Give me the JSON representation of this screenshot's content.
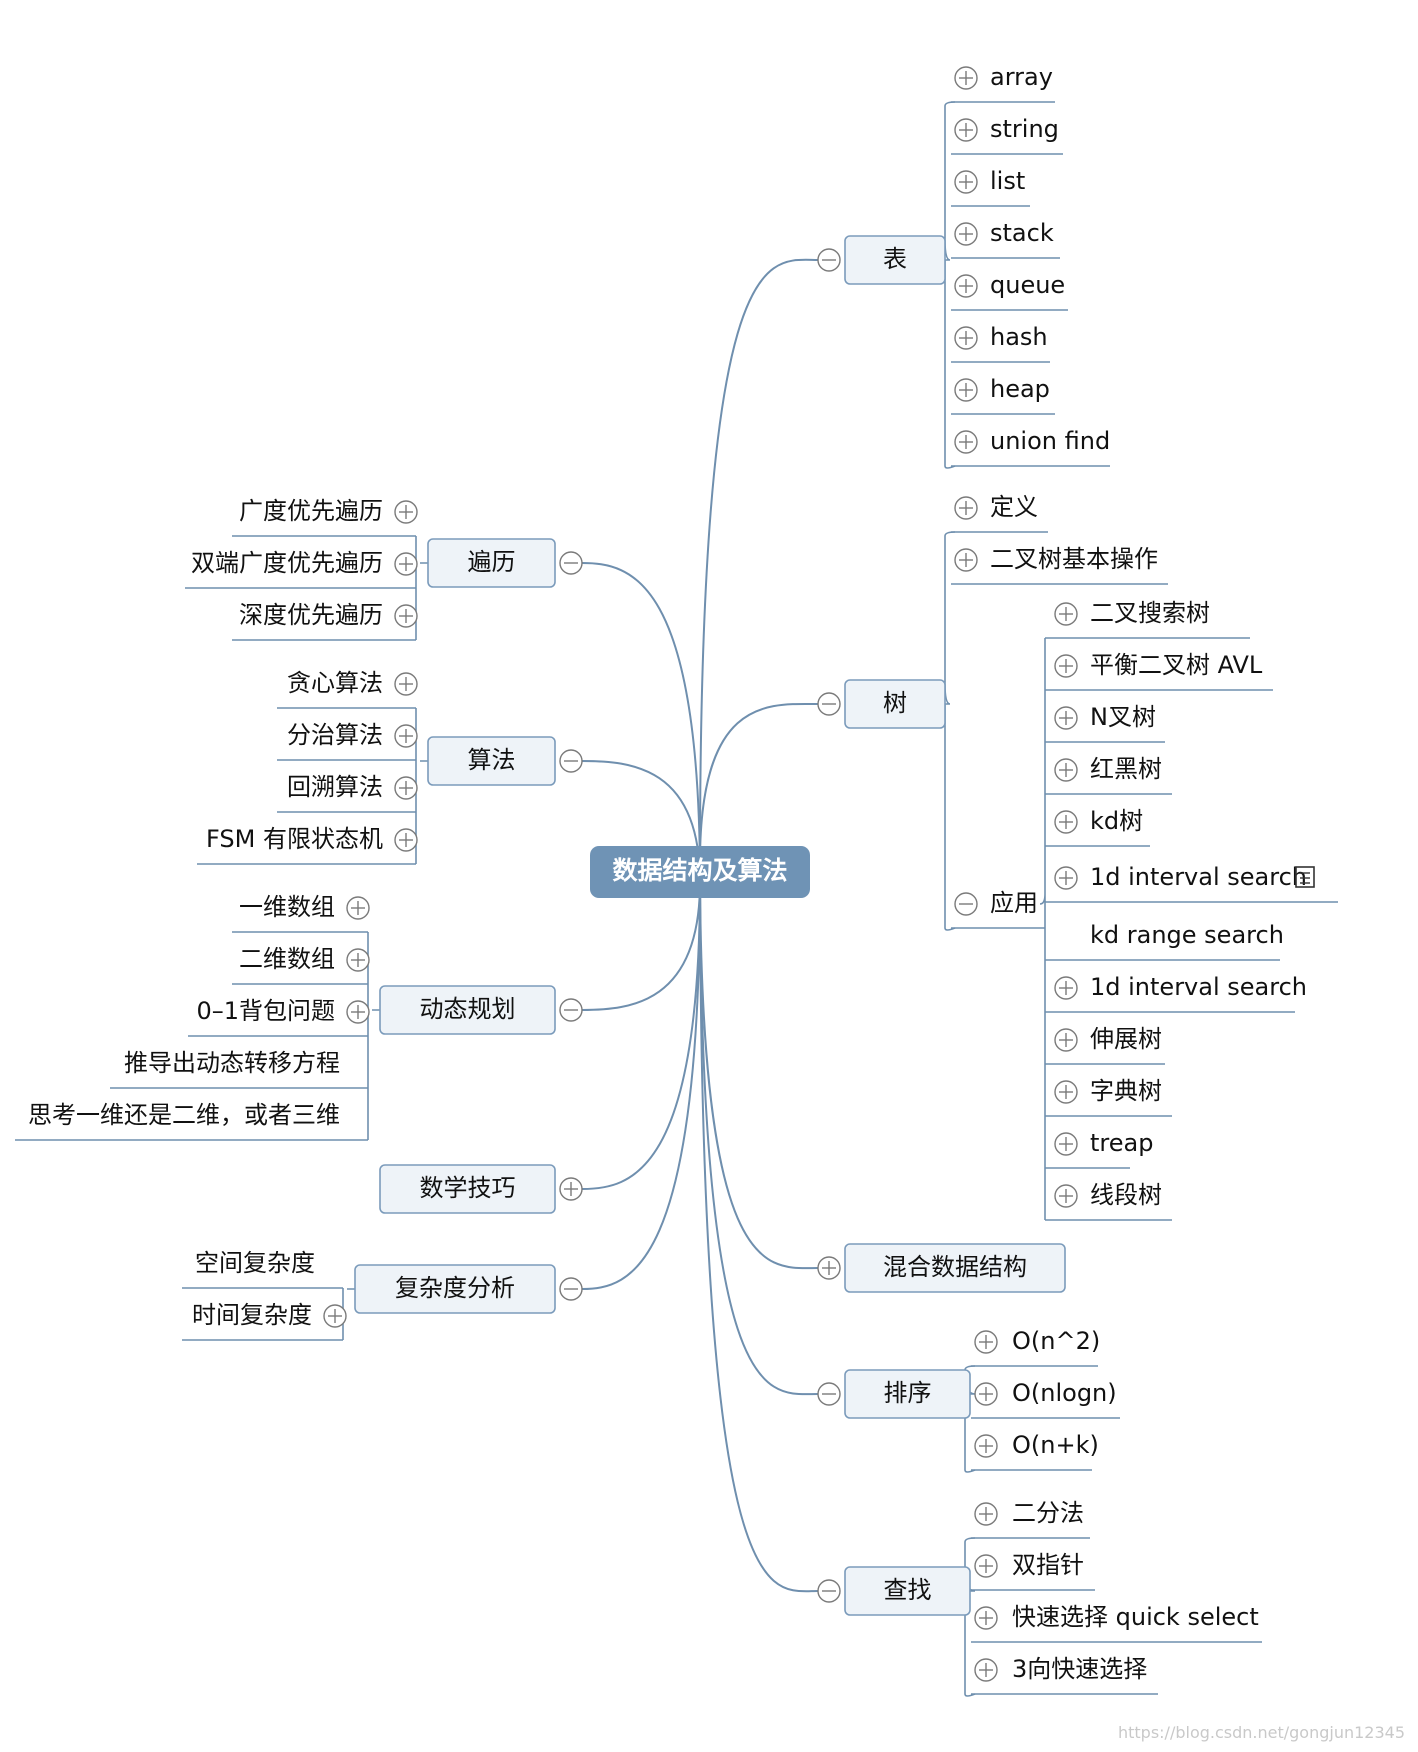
{
  "root": {
    "label": "数据结构及算法"
  },
  "right": [
    {
      "label": "表",
      "toggle": "minus",
      "children": [
        {
          "label": "array",
          "toggle": "plus"
        },
        {
          "label": "string",
          "toggle": "plus"
        },
        {
          "label": "list",
          "toggle": "plus"
        },
        {
          "label": "stack",
          "toggle": "plus"
        },
        {
          "label": "queue",
          "toggle": "plus"
        },
        {
          "label": "hash",
          "toggle": "plus"
        },
        {
          "label": "heap",
          "toggle": "plus"
        },
        {
          "label": "union find",
          "toggle": "plus"
        }
      ]
    },
    {
      "label": "树",
      "toggle": "minus",
      "children": [
        {
          "label": "定义",
          "toggle": "plus"
        },
        {
          "label": "二叉树基本操作",
          "toggle": "plus"
        },
        {
          "label": "应用",
          "toggle": "minus",
          "children": [
            {
              "label": "二叉搜索树",
              "toggle": "plus"
            },
            {
              "label": "平衡二叉树 AVL",
              "toggle": "plus"
            },
            {
              "label": "N叉树",
              "toggle": "plus"
            },
            {
              "label": "红黑树",
              "toggle": "plus"
            },
            {
              "label": "kd树",
              "toggle": "plus"
            },
            {
              "label": "1d interval search",
              "toggle": "plus",
              "note": "note-icon"
            },
            {
              "label": "kd range search",
              "toggle": "none"
            },
            {
              "label": "1d interval search",
              "toggle": "plus"
            },
            {
              "label": "伸展树",
              "toggle": "plus"
            },
            {
              "label": "字典树",
              "toggle": "plus"
            },
            {
              "label": "treap",
              "toggle": "plus"
            },
            {
              "label": "线段树",
              "toggle": "plus"
            }
          ]
        }
      ]
    },
    {
      "label": "混合数据结构",
      "toggle": "plus",
      "children": []
    },
    {
      "label": "排序",
      "toggle": "minus",
      "children": [
        {
          "label": "O(n^2)",
          "toggle": "plus"
        },
        {
          "label": "O(nlogn)",
          "toggle": "plus"
        },
        {
          "label": "O(n+k)",
          "toggle": "plus"
        }
      ]
    },
    {
      "label": "查找",
      "toggle": "minus",
      "children": [
        {
          "label": "二分法",
          "toggle": "plus"
        },
        {
          "label": "双指针",
          "toggle": "plus"
        },
        {
          "label": "快速选择 quick select",
          "toggle": "plus"
        },
        {
          "label": "3向快速选择",
          "toggle": "plus"
        }
      ]
    }
  ],
  "left": [
    {
      "label": "遍历",
      "toggle": "minus",
      "children": [
        {
          "label": "广度优先遍历",
          "toggle": "plus"
        },
        {
          "label": "双端广度优先遍历",
          "toggle": "plus"
        },
        {
          "label": "深度优先遍历",
          "toggle": "plus"
        }
      ]
    },
    {
      "label": "算法",
      "toggle": "minus",
      "children": [
        {
          "label": "贪心算法",
          "toggle": "plus"
        },
        {
          "label": "分治算法",
          "toggle": "plus"
        },
        {
          "label": "回溯算法",
          "toggle": "plus"
        },
        {
          "label": "FSM 有限状态机",
          "toggle": "plus"
        }
      ]
    },
    {
      "label": "动态规划",
      "toggle": "minus",
      "children": [
        {
          "label": "一维数组",
          "toggle": "plus"
        },
        {
          "label": "二维数组",
          "toggle": "plus"
        },
        {
          "label": "0–1背包问题",
          "toggle": "plus"
        },
        {
          "label": "推导出动态转移方程",
          "toggle": "none"
        },
        {
          "label": "思考一维还是二维，或者三维",
          "toggle": "none"
        }
      ]
    },
    {
      "label": "数学技巧",
      "toggle": "plus",
      "children": []
    },
    {
      "label": "复杂度分析",
      "toggle": "minus",
      "children": [
        {
          "label": "空间复杂度",
          "toggle": "none"
        },
        {
          "label": "时间复杂度",
          "toggle": "plus"
        }
      ]
    }
  ],
  "watermark": "https://blog.csdn.net/gongjun12345",
  "colors": {
    "connector": "#6f8fae",
    "node_fill": "#eef3f8",
    "node_border": "#7b9bbb",
    "root_fill": "#6f93b5",
    "toggle": "#7a7a7a"
  }
}
